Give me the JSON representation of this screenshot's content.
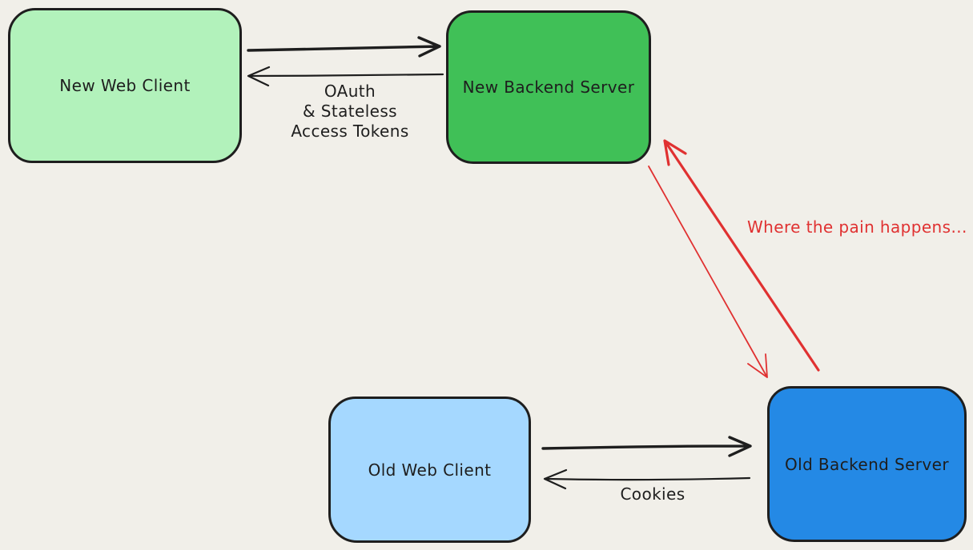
{
  "diagram": {
    "type": "flow-diagram",
    "background_color": "#f1efe9",
    "ink_color": "#1e1e1e",
    "accent_color": "#e03131",
    "nodes": [
      {
        "id": "new-web-client",
        "label": "New Web Client",
        "fill": "#b2f2bb"
      },
      {
        "id": "new-backend-server",
        "label": "New Backend Server",
        "fill": "#40c057"
      },
      {
        "id": "old-web-client",
        "label": "Old Web Client",
        "fill": "#a5d8ff"
      },
      {
        "id": "old-backend-server",
        "label": "Old Backend Server",
        "fill": "#2489e5"
      }
    ],
    "edges": [
      {
        "from": "New Web Client",
        "to": "New Backend Server",
        "direction": "bidirectional",
        "color": "#1e1e1e",
        "label_lines": {
          "0": "OAuth",
          "1": "& Stateless",
          "2": "Access Tokens"
        }
      },
      {
        "from": "New Backend Server",
        "to": "Old Backend Server",
        "direction": "bidirectional",
        "color": "#e03131",
        "label": "Where the pain happens..."
      },
      {
        "from": "Old Web Client",
        "to": "Old Backend Server",
        "direction": "bidirectional",
        "color": "#1e1e1e",
        "label": "Cookies"
      }
    ]
  }
}
